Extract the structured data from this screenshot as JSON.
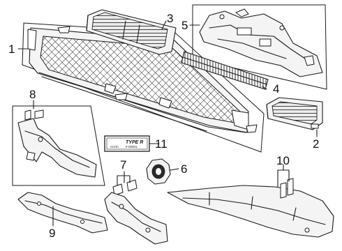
{
  "callouts": [
    {
      "id": "1",
      "label": "1"
    },
    {
      "id": "2",
      "label": "2"
    },
    {
      "id": "3",
      "label": "3"
    },
    {
      "id": "4",
      "label": "4"
    },
    {
      "id": "5",
      "label": "5"
    },
    {
      "id": "6",
      "label": "6"
    },
    {
      "id": "7",
      "label": "7"
    },
    {
      "id": "8",
      "label": "8"
    },
    {
      "id": "9",
      "label": "9"
    },
    {
      "id": "10",
      "label": "10"
    },
    {
      "id": "11",
      "label": "11"
    }
  ],
  "emblem": {
    "brand": "TYPE R",
    "model": "CIVIC",
    "serial": "#-00001"
  },
  "colors": {
    "line": "#1a1a1a",
    "background": "#ffffff"
  }
}
